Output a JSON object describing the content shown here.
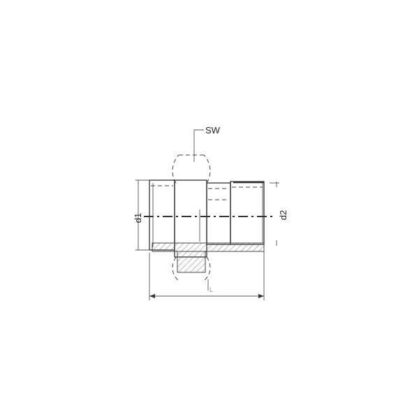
{
  "labels": {
    "sw": "SW",
    "d1": "d1",
    "d2": "d2",
    "l": "L"
  }
}
